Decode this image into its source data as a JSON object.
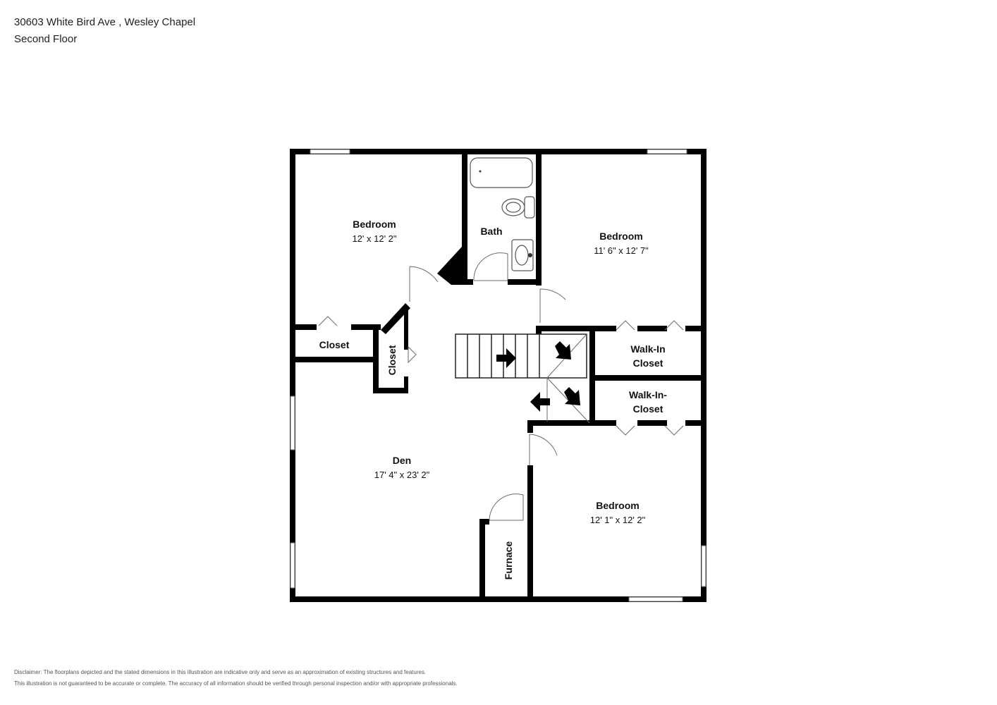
{
  "header": {
    "address": "30603 White Bird Ave , Wesley Chapel",
    "floor": "Second Floor"
  },
  "rooms": {
    "bedroom_nw": {
      "name": "Bedroom",
      "dims": "12' x 12' 2\""
    },
    "bath": {
      "name": "Bath"
    },
    "bedroom_ne": {
      "name": "Bedroom",
      "dims": "11' 6\" x 12' 7\""
    },
    "closet_w": {
      "name": "Closet"
    },
    "closet_v": {
      "name": "Closet"
    },
    "walkin_1": {
      "line1": "Walk-In",
      "line2": "Closet"
    },
    "walkin_2": {
      "line1": "Walk-In-",
      "line2": "Closet"
    },
    "den": {
      "name": "Den",
      "dims": "17' 4\" x 23' 2\""
    },
    "bedroom_se": {
      "name": "Bedroom",
      "dims": "12' 1\" x 12' 2\""
    },
    "furnace": {
      "name": "Furnace"
    }
  },
  "disclaimer": {
    "line1": "Disclaimer: The floorplans depicted and the stated dimensions in this illustration are indicative only and serve as an approximation of existing structures and features.",
    "line2": "This illustration is not guaranteed to be accurate or complete. The accuracy of all information should be verified through personal inspection and/or with appropriate professionals."
  }
}
